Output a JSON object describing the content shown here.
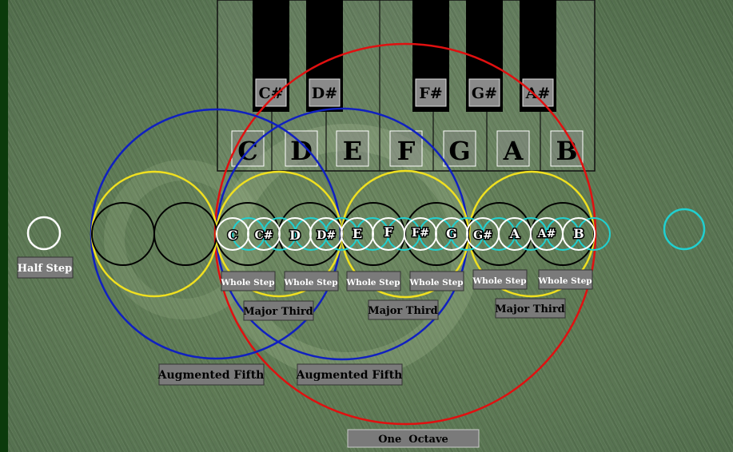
{
  "piano": {
    "black_keys": [
      "C#",
      "D#",
      "F#",
      "G#",
      "A#"
    ],
    "white_keys": [
      "C",
      "D",
      "E",
      "F",
      "G",
      "A",
      "B"
    ]
  },
  "notes": [
    "C",
    "C#",
    "D",
    "D#",
    "E",
    "F",
    "F#",
    "G",
    "G#",
    "A",
    "A#",
    "B"
  ],
  "labels": {
    "half_step": "Half Step",
    "whole_step": "Whole Step",
    "major_third": "Major Third",
    "augmented_fifth": "Augmented Fifth",
    "one_octave": "One  Octave"
  },
  "colors": {
    "octave": "#e01010",
    "augmented_fifth": "#1020c0",
    "major_third": "#f0e020",
    "whole_step": "#000000",
    "half_step": "#ffffff",
    "semitone_alt": "#20d0d0",
    "label_bg": "#7a7a7a"
  }
}
